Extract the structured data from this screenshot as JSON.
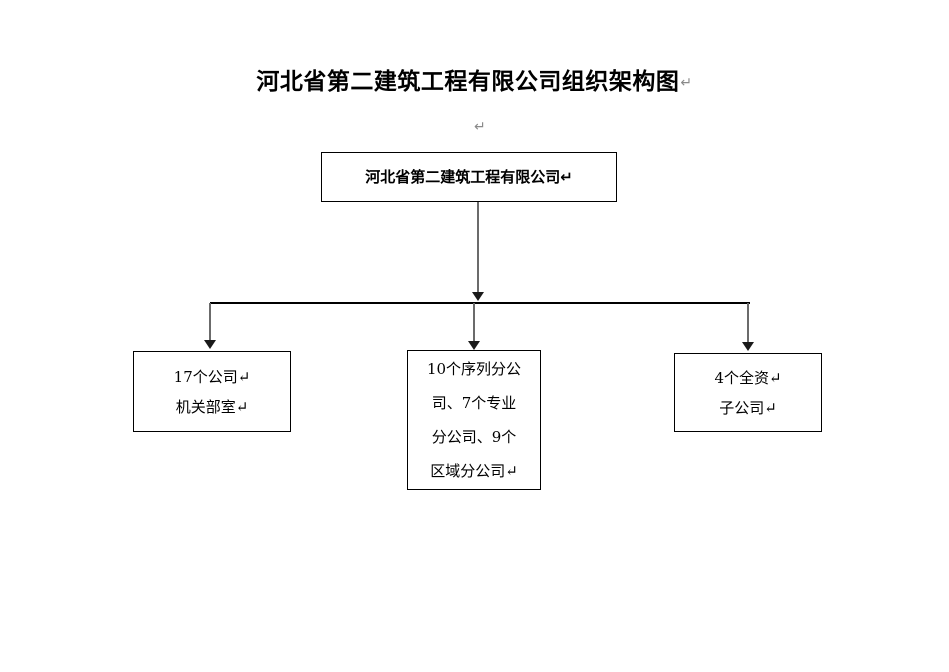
{
  "document": {
    "title": "河北省第二建筑工程有限公司组织架构图",
    "title_paragraph_mark": "↵",
    "loose_paragraph_mark": "↵"
  },
  "colors": {
    "background": "#ffffff",
    "box_border": "#000000",
    "text": "#000000",
    "connector_vertical": "#6b6b6b",
    "connector_horizontal": "#000000",
    "arrowhead": "#1a1a1a",
    "paragraph_mark": "#8a8a8a"
  },
  "org_chart": {
    "root": {
      "id": "root-company",
      "lines": [
        "河北省第二建筑工程有限公司↵"
      ]
    },
    "children": [
      {
        "id": "department-offices",
        "lines": [
          "17个公司↵",
          "机关部室↵"
        ],
        "full_text": "17个公司机关部室"
      },
      {
        "id": "branch-companies",
        "lines": [
          "10个序列分公",
          "司、7个专业",
          "分公司、9个",
          "区域分公司↵"
        ],
        "full_text": "10个序列分公司、7个专业分公司、9个区域分公司"
      },
      {
        "id": "subsidiary-companies",
        "lines": [
          "4个全资↵",
          "子公司↵"
        ],
        "full_text": "4个全资子公司"
      }
    ]
  }
}
